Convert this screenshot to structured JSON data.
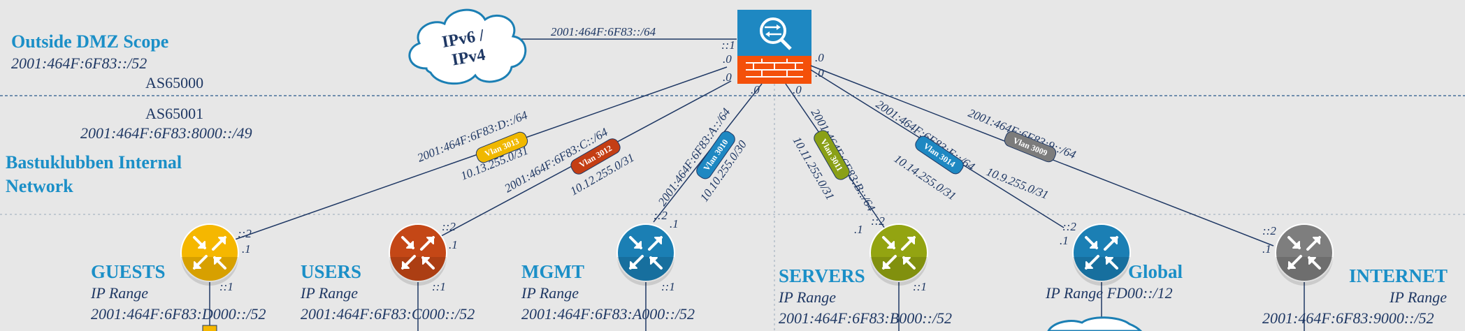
{
  "zones": {
    "outside_title": "Outside DMZ Scope",
    "outside_prefix": "2001:464F:6F83::/52",
    "outside_as": "AS65000",
    "inside_as": "AS65001",
    "inside_prefix": "2001:464F:6F83:8000::/49",
    "inside_title_line1": "Bastuklubben Internal",
    "inside_title_line2": "Network"
  },
  "cloud": {
    "label_line1": "IPv6 /",
    "label_line2": "IPv4",
    "link_prefix": "2001:464F:6F83::/64",
    "link_end": "::1"
  },
  "core": {
    "up_left": ".0",
    "up_right": ".0",
    "mid_left": ".0",
    "down_left": ".0",
    "down_right": ".0"
  },
  "links": [
    {
      "name": "guests",
      "prefix": "2001:464F:6F83:D::/64",
      "v4": "10.13.255.0/31",
      "vlan": "Vlan 3013",
      "vlan_color": "#f0b800"
    },
    {
      "name": "users",
      "prefix": "2001:464F:6F83:C::/64",
      "v4": "10.12.255.0/31",
      "vlan": "Vlan 3012",
      "vlan_color": "#c43e14"
    },
    {
      "name": "mgmt",
      "prefix": "2001:464F:6F83:A::/64",
      "v4": "10.10.255.0/30",
      "vlan": "Vlan 3010",
      "vlan_color": "#1e88c2"
    },
    {
      "name": "servers",
      "prefix": "2001:464F:6F83:B::/64",
      "v4": "10.11.255.0/31",
      "vlan": "Vlan 3011",
      "vlan_color": "#8aa016"
    },
    {
      "name": "global",
      "prefix": "2001:464F:6F83:E::/64",
      "v4": "10.14.255.0/31",
      "vlan": "Vlan 3014",
      "vlan_color": "#1e88c2"
    },
    {
      "name": "internet",
      "prefix": "2001:464F:6F83:9::/64",
      "v4": "10.9.255.0/31",
      "vlan": "Vlan 3009",
      "vlan_color": "#7c7c7c"
    }
  ],
  "routers": [
    {
      "name": "guests",
      "title": "GUESTS",
      "subtitle": "IP Range",
      "range": "2001:464F:6F83:D000::/52",
      "v6": "::2",
      "v4": ".1",
      "lan": "::1",
      "color": "#f5b700"
    },
    {
      "name": "users",
      "title": "USERS",
      "subtitle": "IP Range",
      "range": "2001:464F:6F83:C000::/52",
      "v6": "::2",
      "v4": ".1",
      "lan": "::1",
      "color": "#c44716"
    },
    {
      "name": "mgmt",
      "title": "MGMT",
      "subtitle": "IP Range",
      "range": "2001:464F:6F83:A000::/52",
      "v6": "::2",
      "v4": ".1",
      "lan": "::1",
      "color": "#1b7fb4"
    },
    {
      "name": "servers",
      "title": "SERVERS",
      "subtitle": "IP Range",
      "range": "2001:464F:6F83:B000::/52",
      "v6": "::2",
      "v4": ".1",
      "lan": "::1",
      "color": "#93a411"
    },
    {
      "name": "global",
      "title": "Global",
      "subtitle": "IP Range FD00::/12",
      "range": "",
      "v6": "::2",
      "v4": ".1",
      "lan": "",
      "color": "#1b7fb4"
    },
    {
      "name": "internet",
      "title": "INTERNET",
      "subtitle": "IP Range",
      "range": "2001:464F:6F83:9000::/52",
      "v6": "::2",
      "v4": ".1",
      "lan": "",
      "color": "#7e7e7e"
    }
  ]
}
